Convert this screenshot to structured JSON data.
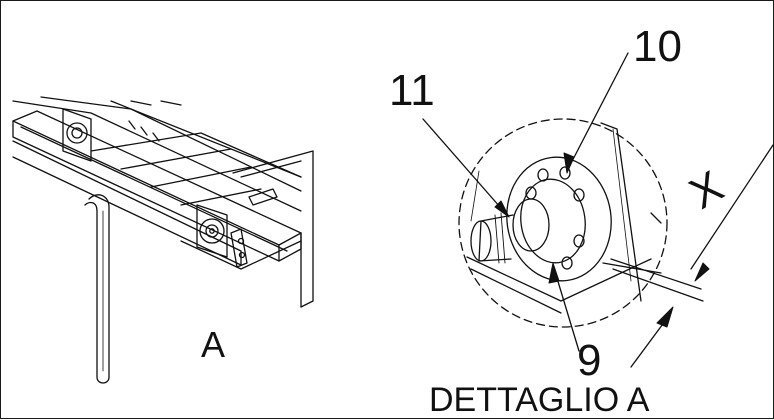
{
  "labels": {
    "view_a": "A",
    "part_11": "11",
    "part_10": "10",
    "part_9": "9",
    "dimension_x": "X",
    "detail_caption": "DETTAGLIO A"
  },
  "colors": {
    "line": "#111111",
    "background": "#ffffff",
    "hatch": "#555555"
  }
}
